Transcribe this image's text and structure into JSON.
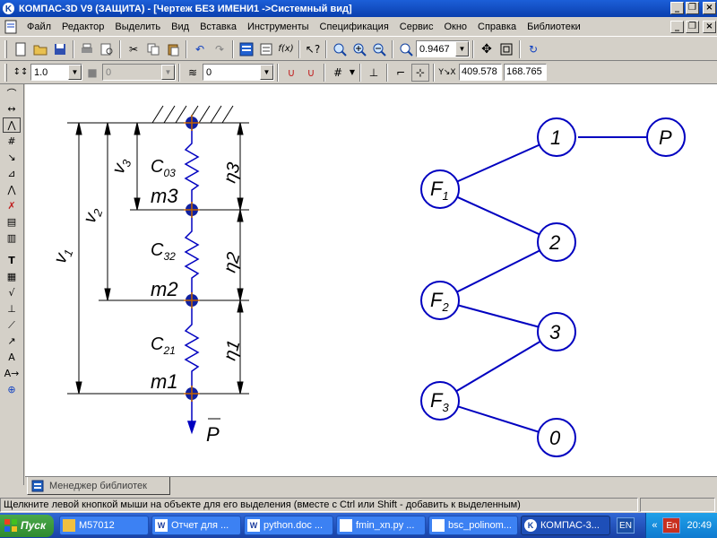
{
  "window": {
    "title": "КОМПАС-3D V9 (ЗАЩИТА) - [Чертеж БЕЗ ИМЕНИ1 ->Системный вид]",
    "minimize_glyph": "_",
    "restore_glyph": "❐",
    "close_glyph": "×"
  },
  "menubar": {
    "items": [
      {
        "label": "Файл"
      },
      {
        "label": "Редактор"
      },
      {
        "label": "Выделить"
      },
      {
        "label": "Вид"
      },
      {
        "label": "Вставка"
      },
      {
        "label": "Инструменты"
      },
      {
        "label": "Спецификация"
      },
      {
        "label": "Сервис"
      },
      {
        "label": "Окно"
      },
      {
        "label": "Справка"
      },
      {
        "label": "Библиотеки"
      }
    ]
  },
  "toolbar1": {
    "zoom_value": "0.9467",
    "formula_label": "f(x)"
  },
  "toolbar2": {
    "scale_value": "1.0",
    "style_value": "0",
    "layer_value": "0",
    "coord_x": "409.578",
    "coord_y": "168.765"
  },
  "drawing": {
    "left_labels": {
      "v1": "v",
      "v1_sub": "1",
      "v2": "v",
      "v2_sub": "2",
      "v3": "v",
      "v3_sub": "3",
      "c03": "C",
      "c03_sub": "03",
      "c32": "C",
      "c32_sub": "32",
      "c21": "C",
      "c21_sub": "21",
      "m3": "m3",
      "m2": "m2",
      "m1": "m1",
      "eta3": "η3",
      "eta2": "η2",
      "eta1": "η1",
      "force": "P"
    },
    "graph_nodes": {
      "n1": "1",
      "n2": "2",
      "n3": "3",
      "n0": "0",
      "p": "P",
      "f": "F",
      "f1_sub": "1",
      "f2_sub": "2",
      "f3_sub": "3"
    },
    "line_color": "#0000c0"
  },
  "library_tab": {
    "label": "Менеджер библиотек"
  },
  "statusbar": {
    "message": "Щелкните левой кнопкой мыши на объекте для его выделения (вместе с Ctrl или Shift - добавить к выделенным)"
  },
  "taskbar": {
    "start_label": "Пуск",
    "tasks": [
      {
        "label": "M57012"
      },
      {
        "label": "Отчет для ..."
      },
      {
        "label": "python.doc ..."
      },
      {
        "label": "fmin_xn.py ..."
      },
      {
        "label": "bsc_polinom..."
      },
      {
        "label": "КОМПАС-3..."
      }
    ],
    "lang": "EN",
    "lang2": "En",
    "clock": "20:49",
    "tray_arrow": "«"
  }
}
